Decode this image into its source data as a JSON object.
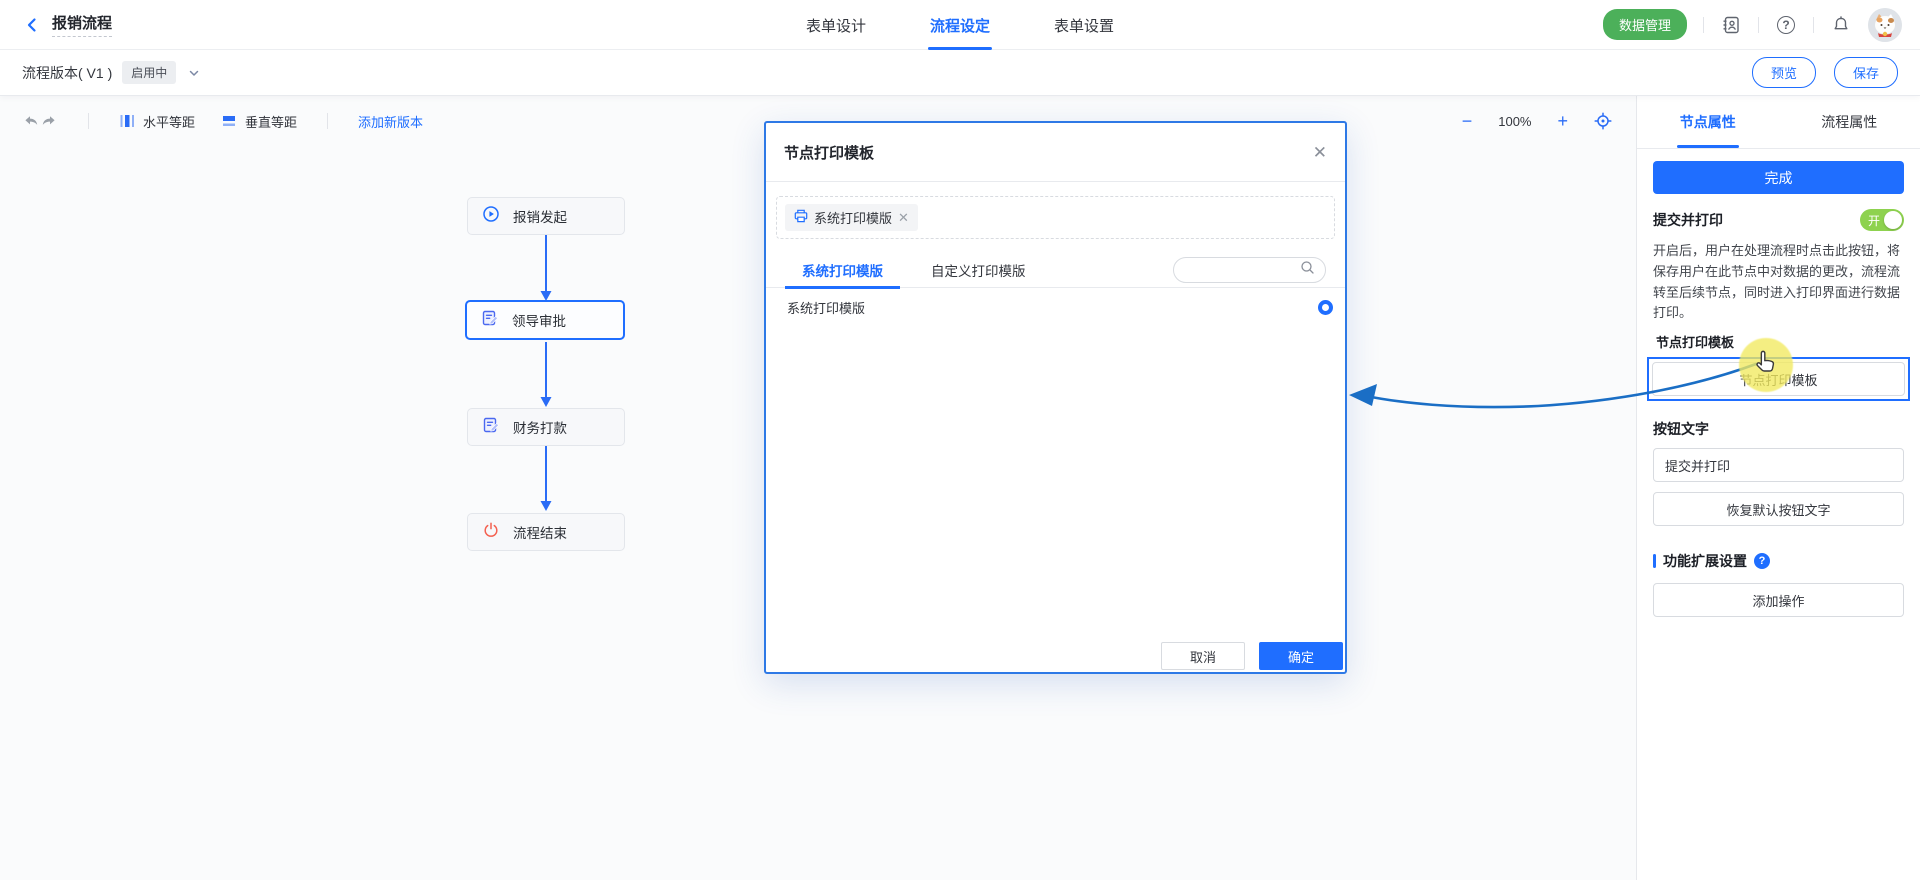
{
  "header": {
    "title": "报销流程",
    "tabs": [
      {
        "label": "表单设计"
      },
      {
        "label": "流程设定"
      },
      {
        "label": "表单设置"
      }
    ],
    "data_manage_label": "数据管理"
  },
  "versionbar": {
    "version_label": "流程版本( V1 )",
    "status_badge": "启用中",
    "preview_label": "预览",
    "save_label": "保存"
  },
  "toolbar": {
    "horizontal_equal_label": "水平等距",
    "vertical_equal_label": "垂直等距",
    "add_version_label": "添加新版本"
  },
  "zoom_controls": {
    "minus": "−",
    "level": "100%",
    "plus": "+"
  },
  "canvas": {
    "nodes": [
      {
        "label": "报销发起",
        "icon": "play-icon"
      },
      {
        "label": "领导审批",
        "icon": "doc-edit-icon",
        "selected": true
      },
      {
        "label": "财务打款",
        "icon": "doc-edit-icon"
      },
      {
        "label": "流程结束",
        "icon": "power-icon"
      }
    ]
  },
  "modal": {
    "title": "节点打印模板",
    "close": "✕",
    "chip": {
      "label": "系统打印模版",
      "remove": "✕",
      "icon": "printer-icon"
    },
    "tabs": [
      {
        "label": "系统打印模版",
        "active": true
      },
      {
        "label": "自定义打印模版",
        "active": false
      }
    ],
    "search_placeholder": "",
    "list": [
      {
        "label": "系统打印模版",
        "selected": true
      }
    ],
    "cancel_label": "取消",
    "confirm_label": "确定"
  },
  "panel": {
    "tabs": [
      {
        "label": "节点属性",
        "active": true
      },
      {
        "label": "流程属性",
        "active": false
      }
    ],
    "done_label": "完成",
    "submit_print": {
      "label": "提交并打印",
      "toggle_text": "开",
      "toggle_state": "on"
    },
    "description": "开启后，用户在处理流程时点击此按钮，将保存用户在此节点中对数据的更改，流程流转至后续节点，同时进入打印界面进行数据打印。",
    "node_print_label": "节点打印模板",
    "node_print_button_label": "节点打印模板",
    "button_text_label": "按钮文字",
    "button_text_value": "提交并打印",
    "restore_default_label": "恢复默认按钮文字",
    "extension_label": "功能扩展设置",
    "add_action_label": "添加操作"
  },
  "colors": {
    "accent_blue": "#1f6eff",
    "modal_border_blue": "#2e79e6",
    "green_pill": "#4cb05a",
    "toggle_green": "#8ed24f",
    "flow_arrow_blue": "#2a6cf6",
    "annotation_arrow_blue": "#1a6ec5",
    "highlight_yellow": "#f2ea5f",
    "node_end_red": "#f4604f",
    "node_doc_indigo": "#4a68f0"
  }
}
